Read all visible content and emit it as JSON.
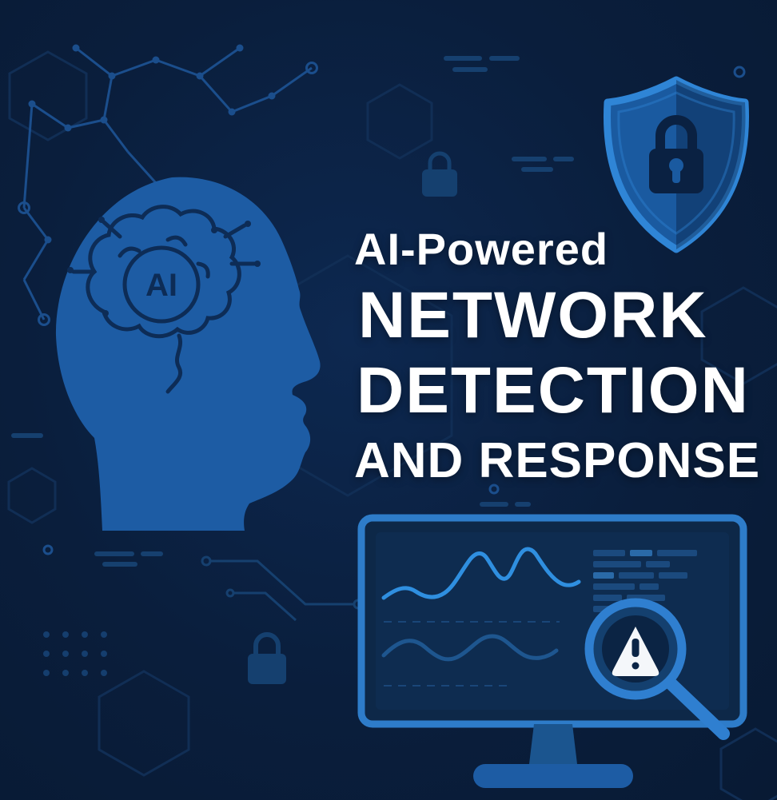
{
  "poster": {
    "kicker": "AI-Powered",
    "title_lines": [
      "NETWORK",
      "DETECTION",
      "AND RESPONSE"
    ],
    "head_label": "AI"
  },
  "icons": [
    "ai-head-icon",
    "brain-icon",
    "network-nodes-icon",
    "shield-lock-icon",
    "padlock-icon",
    "monitor-analytics-icon",
    "waveform-icon",
    "magnifier-alert-icon",
    "warning-triangle-icon",
    "hexagon-icon",
    "dots-grid-icon"
  ],
  "colors": {
    "background": "#0A1E3C",
    "head_blue": "#1D5CA4",
    "accent_blue": "#2F85D6",
    "bright_wave": "#2F8FE0",
    "deep_navy": "#0B2344",
    "line_blue": "#16406F",
    "text": "#FFFFFF"
  }
}
